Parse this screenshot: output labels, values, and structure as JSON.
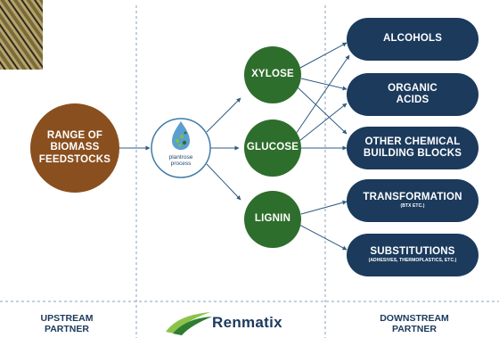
{
  "source": {
    "label": "RANGE OF\nBIOMASS\nFEEDSTOCKS",
    "color": "#8a4f1e"
  },
  "process": {
    "label": "plantrose\nprocess"
  },
  "sugars": [
    {
      "id": "xylose",
      "label": "XYLOSE"
    },
    {
      "id": "glucose",
      "label": "GLUCOSE"
    },
    {
      "id": "lignin",
      "label": "LIGNIN"
    }
  ],
  "outputs": [
    {
      "id": "alcohols",
      "label": "ALCOHOLS",
      "sub": ""
    },
    {
      "id": "organic-acids",
      "label": "ORGANIC\nACIDS",
      "sub": ""
    },
    {
      "id": "other-chemical",
      "label": "OTHER CHEMICAL\nBUILDING BLOCKS",
      "sub": ""
    },
    {
      "id": "transformation",
      "label": "TRANSFORMATION",
      "sub": "(BTX ETC.)"
    },
    {
      "id": "substitutions",
      "label": "SUBSTITUTIONS",
      "sub": "(ADHESIVES, THERMOPLASTICS, ETC.)"
    }
  ],
  "footer": {
    "upstream": "UPSTREAM\nPARTNER",
    "brand": "Renmatix",
    "downstream": "DOWNSTREAM\nPARTNER"
  },
  "colors": {
    "navy": "#1b3a5c",
    "green": "#2e6e2c",
    "brown": "#8a4f1e",
    "arrow": "#2f5b82",
    "divider": "#8aa2bb"
  }
}
